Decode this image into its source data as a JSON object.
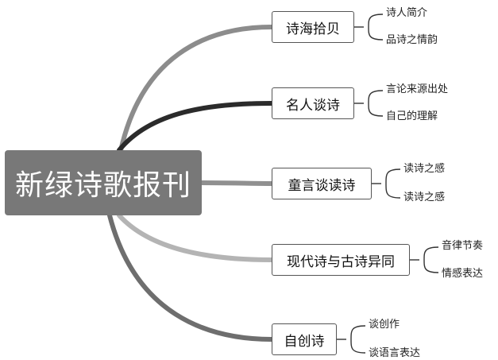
{
  "root": {
    "label": "新绿诗歌报刊"
  },
  "branches": [
    {
      "label": "诗海拾贝",
      "color": "#8c8c8c",
      "leaves": [
        "诗人简介",
        "品诗之情韵"
      ]
    },
    {
      "label": "名人谈诗",
      "color": "#2b2b2b",
      "leaves": [
        "言论来源出处",
        "自己的理解"
      ]
    },
    {
      "label": "童言谈读诗",
      "color": "#909090",
      "leaves": [
        "读诗之感",
        "读诗之感"
      ]
    },
    {
      "label": "现代诗与古诗异同",
      "color": "#b4b4b4",
      "leaves": [
        "音律节奏",
        "情感表达"
      ]
    },
    {
      "label": "自创诗",
      "color": "#6e6e6e",
      "leaves": [
        "谈创作",
        "谈语言表达"
      ]
    }
  ]
}
